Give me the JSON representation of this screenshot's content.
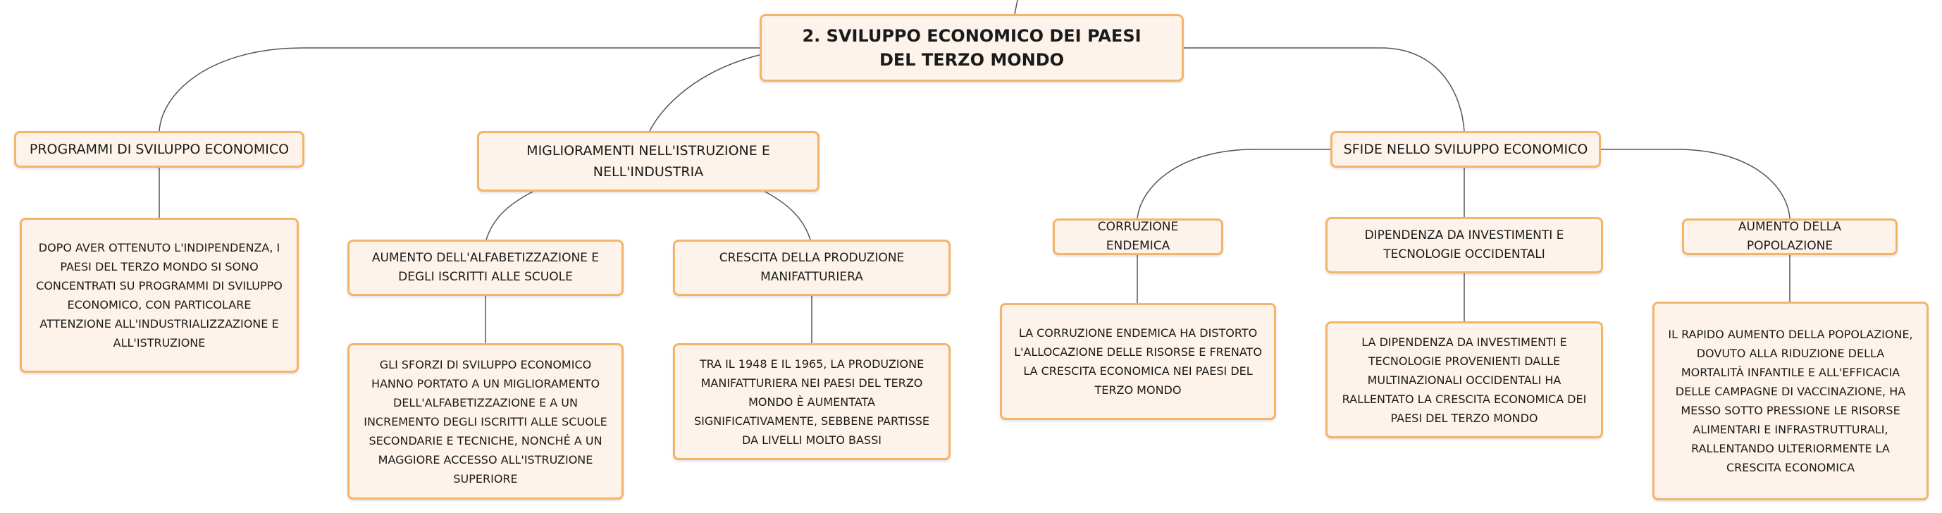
{
  "root": "2. SVILUPPO ECONOMICO DEI PAESI DEL TERZO MONDO",
  "branches": {
    "programmi": {
      "title": "PROGRAMMI DI SVILUPPO ECONOMICO",
      "detail": "DOPO AVER OTTENUTO L'INDIPENDENZA, I PAESI DEL TERZO MONDO SI SONO CONCENTRATI SU PROGRAMMI DI SVILUPPO ECONOMICO, CON PARTICOLARE ATTENZIONE ALL'INDUSTRIALIZZAZIONE E ALL'ISTRUZIONE"
    },
    "miglioramenti": {
      "title": "MIGLIORAMENTI NELL'ISTRUZIONE E NELL'INDUSTRIA",
      "alfabetizzazione": {
        "title": "AUMENTO DELL'ALFABETIZZAZIONE E DEGLI ISCRITTI ALLE SCUOLE",
        "detail": "GLI SFORZI DI SVILUPPO ECONOMICO HANNO PORTATO A UN MIGLIORAMENTO DELL'ALFABETIZZAZIONE E A UN INCREMENTO DEGLI ISCRITTI ALLE SCUOLE SECONDARIE E TECNICHE, NONCHÉ A UN MAGGIORE ACCESSO ALL'ISTRUZIONE SUPERIORE"
      },
      "produzione": {
        "title": "CRESCITA DELLA PRODUZIONE MANIFATTURIERA",
        "detail": "TRA IL 1948 E IL 1965, LA PRODUZIONE MANIFATTURIERA NEI PAESI DEL TERZO MONDO È AUMENTATA SIGNIFICATIVAMENTE, SEBBENE PARTISSE DA LIVELLI MOLTO BASSI"
      }
    },
    "sfide": {
      "title": "SFIDE NELLO SVILUPPO ECONOMICO",
      "corruzione": {
        "title": "CORRUZIONE ENDEMICA",
        "detail": "LA CORRUZIONE ENDEMICA HA DISTORTO L'ALLOCAZIONE DELLE RISORSE E FRENATO LA CRESCITA ECONOMICA NEI PAESI DEL TERZO MONDO"
      },
      "dipendenza": {
        "title": "DIPENDENZA DA INVESTIMENTI E TECNOLOGIE OCCIDENTALI",
        "detail": "LA DIPENDENZA DA INVESTIMENTI E TECNOLOGIE PROVENIENTI DALLE MULTINAZIONALI OCCIDENTALI HA RALLENTATO LA CRESCITA ECONOMICA DEI PAESI DEL TERZO MONDO"
      },
      "popolazione": {
        "title": "AUMENTO DELLA POPOLAZIONE",
        "detail": "IL RAPIDO AUMENTO DELLA POPOLAZIONE, DOVUTO ALLA RIDUZIONE DELLA MORTALITÀ INFANTILE E ALL'EFFICACIA DELLE CAMPAGNE DI VACCINAZIONE, HA MESSO SOTTO PRESSIONE LE RISORSE ALIMENTARI E INFRASTRUTTURALI, RALLENTANDO ULTERIORMENTE LA CRESCITA ECONOMICA"
      }
    }
  },
  "colors": {
    "node_fill": "#fdf3ea",
    "node_border": "#f4b46a",
    "connector": "#555555"
  }
}
